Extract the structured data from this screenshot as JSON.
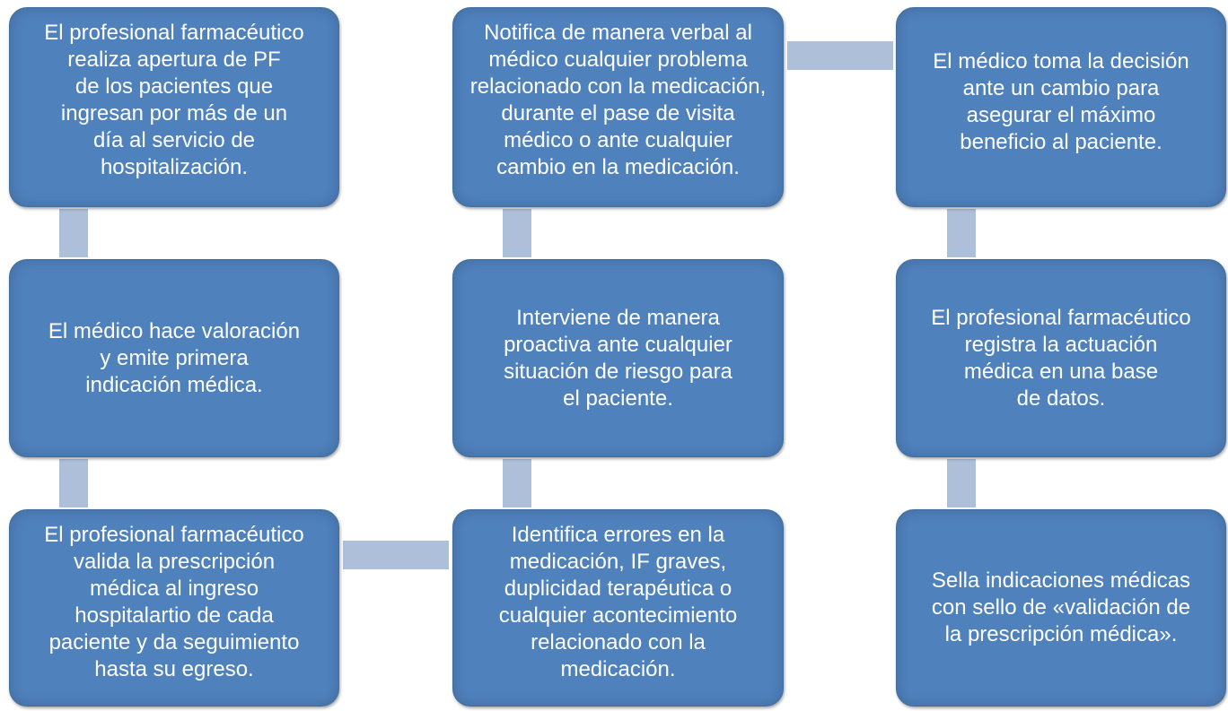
{
  "colors": {
    "box_fill": "#4f81bd",
    "connector": "#adbfd9",
    "text": "#ffffff"
  },
  "steps": [
    {
      "id": "s1",
      "text": "El profesional farmacéutico\nrealiza apertura de PF\nde los pacientes que\ningresan por más de un\ndía al servicio de\nhospitalización."
    },
    {
      "id": "s2",
      "text": "El médico hace valoración\ny emite primera\nindicación médica."
    },
    {
      "id": "s3",
      "text": "El profesional farmacéutico\nvalida la prescripción\nmédica al ingreso\nhospitalartio de cada\npaciente y da seguimiento\nhasta su egreso."
    },
    {
      "id": "s4",
      "text": "Identifica errores en la\nmedicación, IF graves,\nduplicidad terapéutica o\ncualquier acontecimiento\nrelacionado con la\nmedicación."
    },
    {
      "id": "s5",
      "text": "Interviene de manera\nproactiva ante cualquier\nsituación de riesgo para\nel paciente."
    },
    {
      "id": "s6",
      "text": "Notifica de manera verbal al\nmédico cualquier problema\nrelacionado con la medicación,\ndurante el pase de visita\nmédico o ante cualquier\ncambio en la medicación."
    },
    {
      "id": "s7",
      "text": "El médico toma la decisión\nante un cambio para\nasegurar el máximo\nbeneficio al paciente."
    },
    {
      "id": "s8",
      "text": "El profesional farmacéutico\nregistra la actuación\nmédica en una base\nde datos."
    },
    {
      "id": "s9",
      "text": "Sella indicaciones médicas\ncon sello de «validación de\nla prescripción médica»."
    }
  ]
}
